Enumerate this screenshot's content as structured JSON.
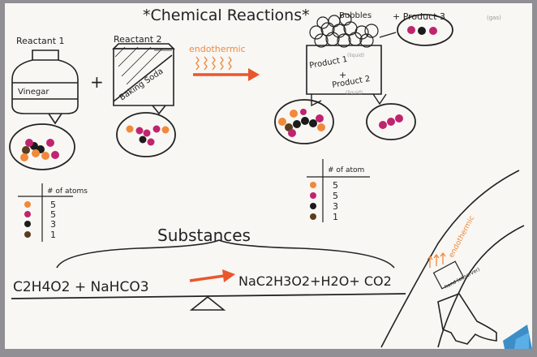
{
  "title": "*Chemical Reactions*",
  "reactant1": {
    "heading": "Reactant 1",
    "label": "Vinegar"
  },
  "plus_sign": "+",
  "reactant2": {
    "heading": "Reactant 2",
    "label": "Baking Soda"
  },
  "arrow_label": "endothermic",
  "products": {
    "bubbles": "Bubbles",
    "product3": "+ Product 3",
    "product3_state": "(gas)",
    "product1": "Product 1",
    "product1_state": "(liquid)",
    "plus": "+",
    "product2": "Product 2",
    "product2_state": "(liquid)"
  },
  "legend_left": {
    "header": "# of atoms",
    "counts": [
      "5",
      "5",
      "3",
      "1"
    ]
  },
  "legend_right": {
    "header": "# of atom",
    "counts": [
      "5",
      "5",
      "3",
      "1"
    ]
  },
  "substances_label": "Substances",
  "equation": {
    "left": "C2H4O2 + NaHCO3",
    "right": "NaC2H3O2+H2O+ CO2"
  },
  "hand_labels": {
    "endothermic": "endothermic",
    "hand_label": "hand (observer)"
  },
  "colors": {
    "paper": "#f8f7f4",
    "orange": "#f0893a",
    "magenta": "#c0246e",
    "black": "#1b1b1b",
    "brown": "#5a3d1e",
    "arrow": "#e9572c"
  }
}
